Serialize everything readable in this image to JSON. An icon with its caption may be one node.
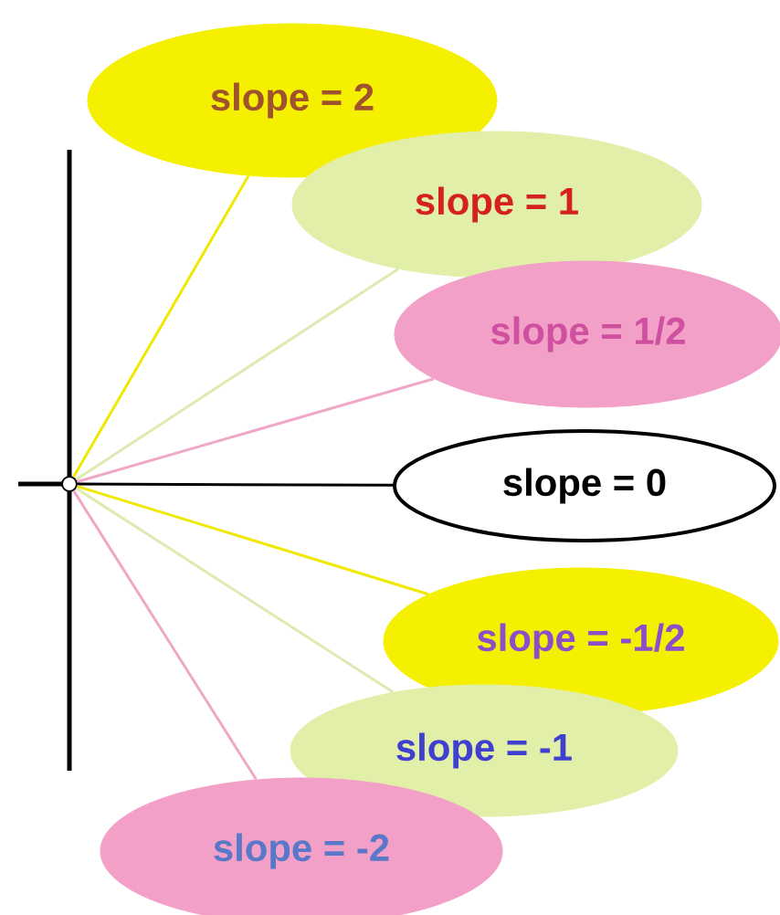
{
  "diagram": {
    "nodes": [
      {
        "text": [],
        "shape": "circle"
      },
      {
        "text": [
          "slope = 2"
        ]
      },
      {
        "text": [
          "slope = 1"
        ]
      },
      {
        "text": [
          "slope = 1/2"
        ]
      },
      {
        "text": [
          "slope = 0"
        ]
      },
      {
        "text": [
          "slope = -1/2"
        ]
      },
      {
        "text": [
          "slope = -1"
        ]
      },
      {
        "text": [
          "slope = -2"
        ]
      }
    ],
    "edges": [
      {
        "from": 0,
        "to": 1,
        "arrow": "none",
        "color": "#f0e800"
      },
      {
        "from": 0,
        "to": 2,
        "arrow": "none",
        "color": "#dcebb0"
      },
      {
        "from": 0,
        "to": 3,
        "arrow": "none",
        "color": "#f0a8c8"
      },
      {
        "from": 0,
        "to": 4,
        "arrow": "none",
        "color": "#000000"
      },
      {
        "from": 0,
        "to": 5,
        "arrow": "none",
        "color": "#f0e800"
      },
      {
        "from": 0,
        "to": 6,
        "arrow": "none",
        "color": "#dcebb0"
      },
      {
        "from": 0,
        "to": 7,
        "arrow": "none",
        "color": "#f0a8c8"
      }
    ]
  }
}
